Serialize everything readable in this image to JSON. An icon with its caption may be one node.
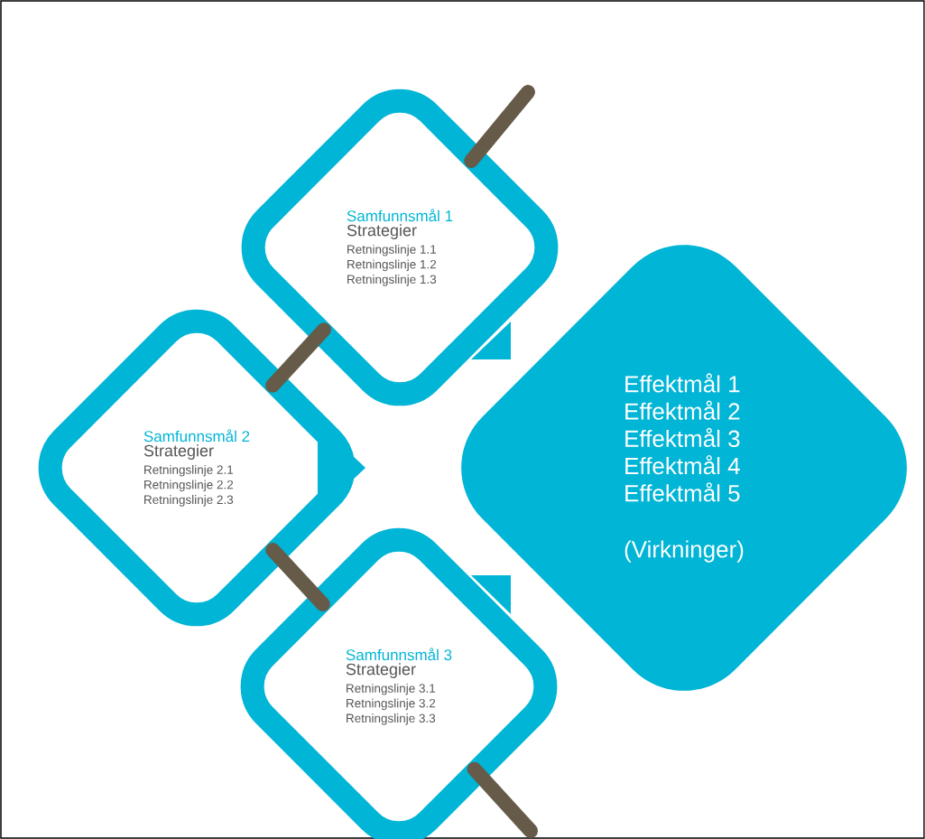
{
  "diagram": {
    "nodes": [
      {
        "text": [
          "Samfunnsmål 1",
          "Strategier",
          "Retningslinje 1.1",
          "Retningslinje 1.2",
          "Retningslinje 1.3"
        ]
      },
      {
        "text": [
          "Samfunnsmål 2",
          "Strategier",
          "Retningslinje 2.1",
          "Retningslinje 2.2",
          "Retningslinje 2.3"
        ]
      },
      {
        "text": [
          "Samfunnsmål 3",
          "Strategier",
          "Retningslinje 3.1",
          "Retningslinje 3.2",
          "Retningslinje 3.3"
        ]
      },
      {
        "text": [
          "Effektmål 1",
          "Effektmål 2",
          "Effektmål 3",
          "Effektmål 4",
          "Effektmål 5",
          "(Virkninger)"
        ]
      }
    ],
    "edges": [
      {
        "from": 0,
        "to": null,
        "arrow": "none"
      },
      {
        "from": 0,
        "to": 1,
        "arrow": "none"
      },
      {
        "from": 1,
        "to": 2,
        "arrow": "none"
      },
      {
        "from": 2,
        "to": null,
        "arrow": "none"
      }
    ]
  }
}
